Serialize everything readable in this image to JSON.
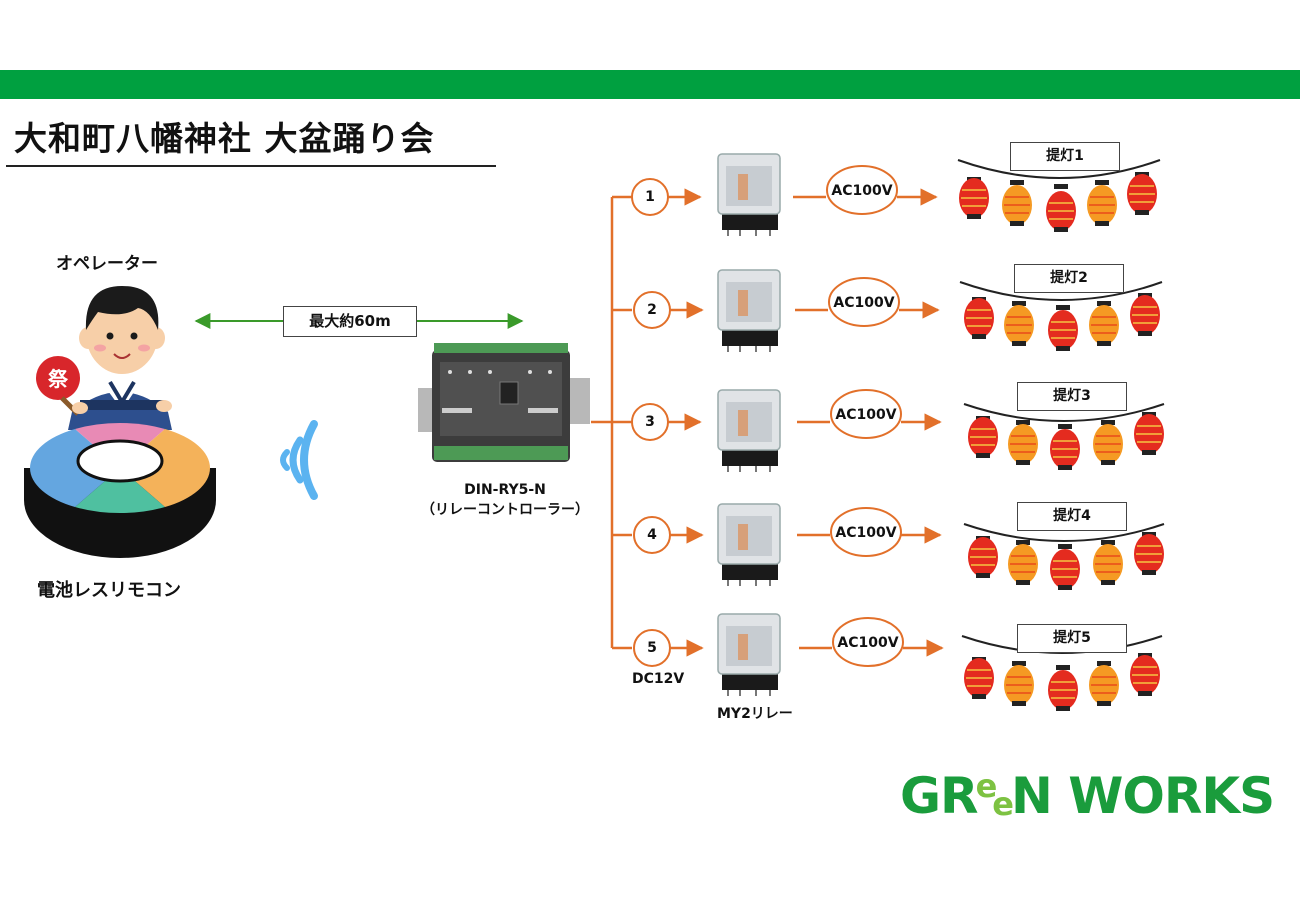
{
  "header": {
    "band_color": "#00a040"
  },
  "title": "大和町八幡神社 大盆踊り会",
  "operator_label": "オペレーター",
  "remote_label": "電池レスリモコン",
  "distance_label": "最大約60m",
  "controller": {
    "model": "DIN-RY5-N",
    "description": "（リレーコントローラー）"
  },
  "supply_label": "DC12V",
  "relay_label": "MY2リレー",
  "channels": [
    {
      "number": "1",
      "voltage": "AC100V",
      "lantern": "提灯1"
    },
    {
      "number": "2",
      "voltage": "AC100V",
      "lantern": "提灯2"
    },
    {
      "number": "3",
      "voltage": "AC100V",
      "lantern": "提灯3"
    },
    {
      "number": "4",
      "voltage": "AC100V",
      "lantern": "提灯4"
    },
    {
      "number": "5",
      "voltage": "AC100V",
      "lantern": "提灯5"
    }
  ],
  "logo": {
    "parts": [
      "G",
      "R",
      "e",
      "e",
      "N WORKS"
    ],
    "color": "#1a9c3c",
    "accent_color": "#7dc242"
  },
  "colors": {
    "wire": "#e2702a",
    "link_arrow": "#3a9a2a",
    "lantern_red": "#e42b1f",
    "lantern_orange": "#f59a23"
  }
}
